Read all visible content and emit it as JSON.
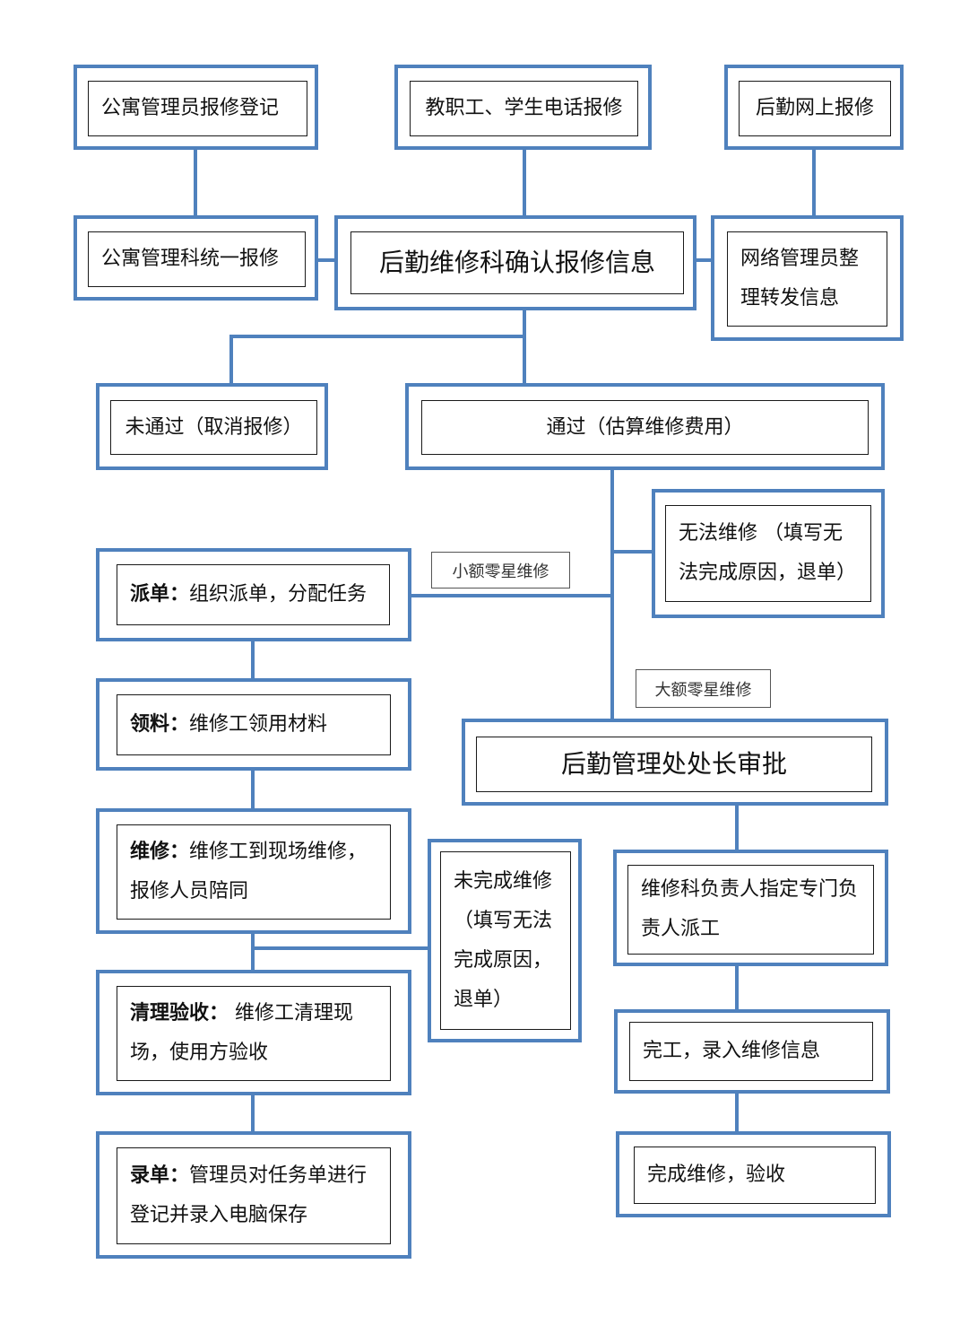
{
  "colors": {
    "border": "#4f81bd",
    "inner_border": "#1a1a1a",
    "text": "#111111"
  },
  "nodes": {
    "apartment_register": "公寓管理员报修登记",
    "phone_report": "教职工、学生电话报修",
    "online_report": "后勤网上报修",
    "apartment_unified": "公寓管理科统一报修",
    "confirm_info": "后勤维修科确认报修信息",
    "network_admin": "网络管理员整理转发信息",
    "rejected": "未通过（取消报修）",
    "passed": "通过（估算维修费用）",
    "cannot_repair": "无法维修 （填写无法完成原因，退单）",
    "dispatch": {
      "title": "派单：",
      "text": "组织派单，分配任务"
    },
    "materials": {
      "title": "领料：",
      "text": "维修工领用材料"
    },
    "repair": {
      "title": "维修：",
      "text": "维修工到现场维修，报修人员陪同"
    },
    "unfinished": "未完成维修（填写无法完成原因，退单）",
    "cleanup": {
      "title": "清理验收：",
      "text": " 维修工清理现场，使用方验收"
    },
    "record": {
      "title": "录单：",
      "text": "管理员对任务单进行登记并录入电脑保存"
    },
    "director_approval": "后勤管理处处长审批",
    "assign_worker": "维修科负责人指定专门负责人派工",
    "complete_record": "完工，录入维修信息",
    "complete_accept": "完成维修，验收"
  },
  "labels": {
    "small_repair": "小额零星维修",
    "large_repair": "大额零星维修"
  }
}
